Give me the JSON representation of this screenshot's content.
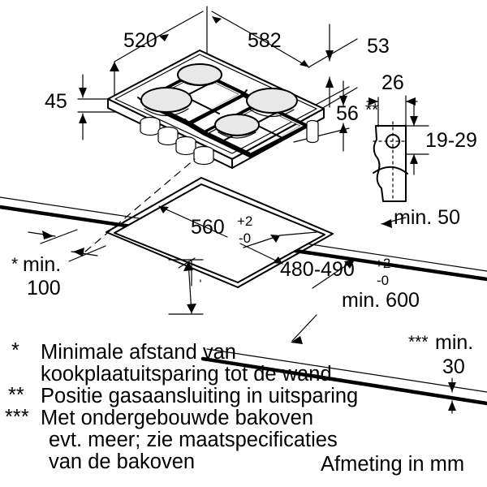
{
  "document": {
    "type": "appliance-installation-drawing",
    "subject": "gas hob cutout dimensions",
    "unit_note": "Afmeting in mm",
    "language": "nl"
  },
  "dimensions": {
    "hob_depth": "520",
    "hob_width": "582",
    "hob_edge_offset": "53",
    "hob_lip_height": "45",
    "hob_body_height": "56",
    "gas_conn_offset": "26",
    "gas_conn_height": "19-29",
    "cutout_width": "560",
    "cutout_width_tol_plus": "+2",
    "cutout_width_tol_minus": "-0",
    "cutout_depth": "480-490",
    "cutout_depth_tol_plus": "+2",
    "cutout_depth_tol_minus": "-0",
    "min_wall_distance": "min.",
    "min_wall_distance_value": "100",
    "min_side_distance": "min. 50",
    "min_unit_width": "min. 600",
    "min_worktop_thickness": "min.",
    "min_worktop_thickness_value": "30"
  },
  "markers": {
    "one_star": "*",
    "two_star": "**",
    "three_star": "***"
  },
  "legend": [
    {
      "marker": "*",
      "lines": [
        "Minimale afstand van",
        "kookplaatuitsparing tot de wand"
      ]
    },
    {
      "marker": "**",
      "lines": [
        "Positie gasaansluiting in uitsparing"
      ]
    },
    {
      "marker": "***",
      "lines": [
        "Met ondergebouwde bakoven",
        "evt. meer; zie maatspecificaties",
        "van de bakoven"
      ]
    }
  ],
  "footer": {
    "unit_label": "Afmeting in mm"
  },
  "colors": {
    "line": "#000000",
    "background": "#ffffff",
    "burner_cap": "#e8e8e8"
  },
  "illustration": {
    "hob": {
      "burner_count": 4,
      "knob_count": 4,
      "name": "gas-hob-isometric"
    },
    "worktop": {
      "name": "worktop-isometric",
      "has_cutout": true
    },
    "gas_connection": {
      "name": "gas-connection-bracket-detail"
    }
  }
}
